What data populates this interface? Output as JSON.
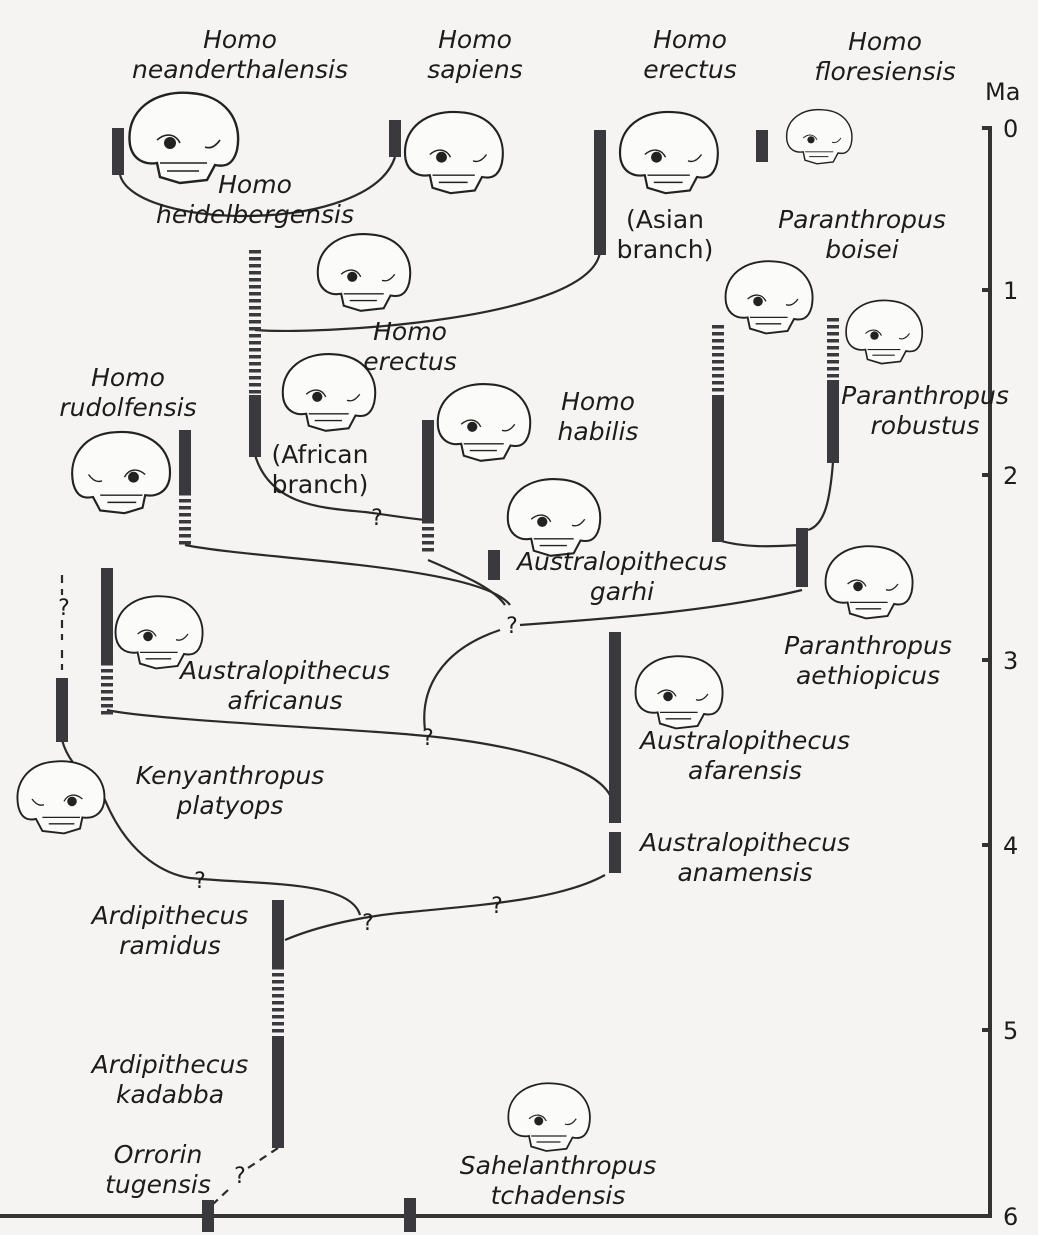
{
  "axis": {
    "unit": "Ma",
    "ticks": [
      "0",
      "1",
      "2",
      "3",
      "4",
      "5",
      "6"
    ]
  },
  "taxa": {
    "neanderthalensis": [
      "Homo",
      "neanderthalensis"
    ],
    "sapiens": [
      "Homo",
      "sapiens"
    ],
    "erectus_top": [
      "Homo",
      "erectus"
    ],
    "floresiensis": [
      "Homo",
      "floresiensis"
    ],
    "heidelbergensis": [
      "Homo",
      "heidelbergensis"
    ],
    "asian_branch": [
      "(Asian",
      "branch)"
    ],
    "boisei": [
      "Paranthropus",
      "boisei"
    ],
    "erectus_mid": [
      "Homo",
      "erectus"
    ],
    "rudolfensis": [
      "Homo",
      "rudolfensis"
    ],
    "habilis": [
      "Homo",
      "habilis"
    ],
    "robustus": [
      "Paranthropus",
      "robustus"
    ],
    "african_branch": [
      "(African",
      "branch)"
    ],
    "garhi": [
      "Australopithecus",
      "garhi"
    ],
    "aethiopicus": [
      "Paranthropus",
      "aethiopicus"
    ],
    "africanus": [
      "Australopithecus",
      "africanus"
    ],
    "afarensis": [
      "Australopithecus",
      "afarensis"
    ],
    "platyops": [
      "Kenyanthropus",
      "platyops"
    ],
    "anamensis": [
      "Australopithecus",
      "anamensis"
    ],
    "ramidus": [
      "Ardipithecus",
      "ramidus"
    ],
    "kadabba": [
      "Ardipithecus",
      "kadabba"
    ],
    "orrorin": [
      "Orrorin",
      "tugensis"
    ],
    "sahelanthropus": [
      "Sahelanthropus",
      "tchadensis"
    ]
  },
  "uncertain_mark": "?"
}
